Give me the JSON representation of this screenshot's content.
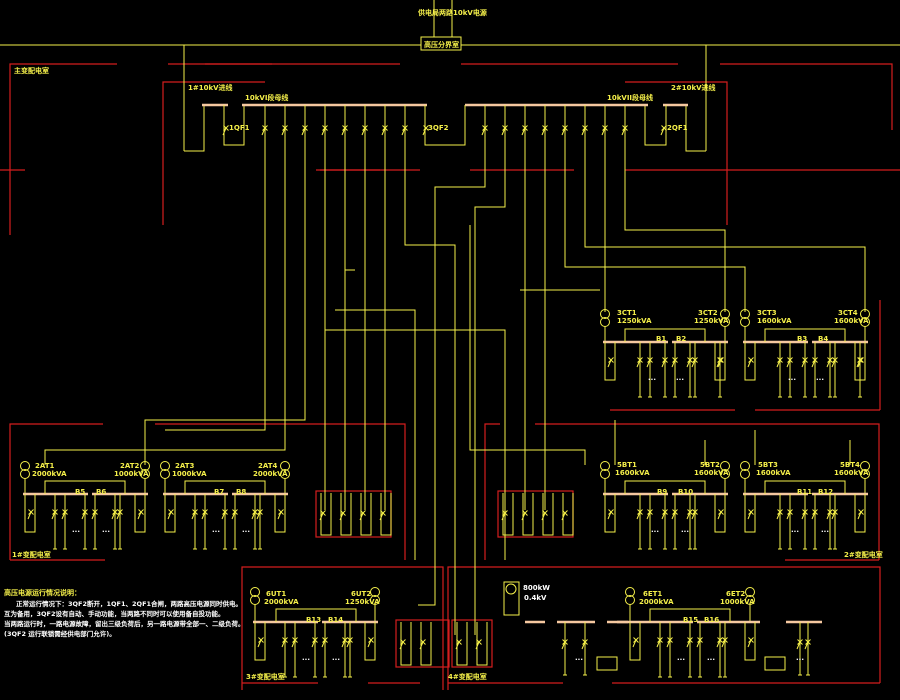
{
  "diagram": {
    "title": "供电局两路10kV电源",
    "switch_room": "高压分界室",
    "colors": {
      "background": "#000000",
      "wire": "#f5f04a",
      "boundary": "#d41e1e",
      "busbar": "#f5c8a0",
      "note_text": "#ffffff"
    },
    "main_substation": {
      "label": "主变配电室",
      "incoming_left": "1#10kV进线",
      "incoming_right": "2#10kV进线",
      "bus_left": "10kVI段母线",
      "bus_right": "10kVII段母线",
      "breakers": {
        "left": "1QF1",
        "tie": "3QF2",
        "right": "2QF1"
      }
    },
    "substations": [
      {
        "id": "sub-top-right",
        "label": "",
        "transformers": [
          {
            "name": "3CT1",
            "rating": "1250kVA"
          },
          {
            "name": "3CT2",
            "rating": "1250kVA"
          },
          {
            "name": "3CT3",
            "rating": "1600kVA"
          },
          {
            "name": "3CT4",
            "rating": "1600kVA"
          }
        ],
        "buses": [
          "B1",
          "B2",
          "B3",
          "B4"
        ]
      },
      {
        "id": "sub-mid-left",
        "label": "1#变配电室",
        "transformers": [
          {
            "name": "2AT1",
            "rating": "2000kVA"
          },
          {
            "name": "2AT2",
            "rating": "1000kVA"
          },
          {
            "name": "2AT3",
            "rating": "1000kVA"
          },
          {
            "name": "2AT4",
            "rating": "2000kVA"
          }
        ],
        "buses": [
          "B5",
          "B6",
          "B7",
          "B8"
        ]
      },
      {
        "id": "sub-mid-right",
        "label": "2#变配电室",
        "transformers": [
          {
            "name": "5BT1",
            "rating": "1600kVA"
          },
          {
            "name": "5BT2",
            "rating": "1600kVA"
          },
          {
            "name": "5BT3",
            "rating": "1600kVA"
          },
          {
            "name": "5BT4",
            "rating": "1600kVA"
          }
        ],
        "buses": [
          "B9",
          "B10",
          "B11",
          "B12"
        ]
      },
      {
        "id": "sub-bot-left",
        "label": "3#变配电室",
        "transformers": [
          {
            "name": "6UT1",
            "rating": "2000kVA"
          },
          {
            "name": "6UT2",
            "rating": "1250kVA"
          }
        ],
        "buses": [
          "B13",
          "B14"
        ]
      },
      {
        "id": "sub-bot-right",
        "label": "4#变配电室",
        "transformers": [
          {
            "name": "6ET1",
            "rating": "2000kVA"
          },
          {
            "name": "6ET2",
            "rating": "1000kVA"
          }
        ],
        "buses": [
          "B15",
          "B16"
        ]
      }
    ],
    "generator": {
      "name": "800kW",
      "voltage": "0.4kV"
    },
    "continuation": "...",
    "notes": {
      "title": "高压电源运行情况说明：",
      "lines": [
        "正常运行情况下：3QF2断开，1QF1、2QF1合闸，两路高压电源同时供电。",
        "互为备用，3QF2设有自动、手动功能，当两路不同时可以使用备自投功能。",
        "当两路运行时，一路电源故障，留出三级负荷后，另一路电源带全部一、二级负荷。",
        "(3QF2 运行联锁需经供电部门允许)。"
      ]
    }
  }
}
